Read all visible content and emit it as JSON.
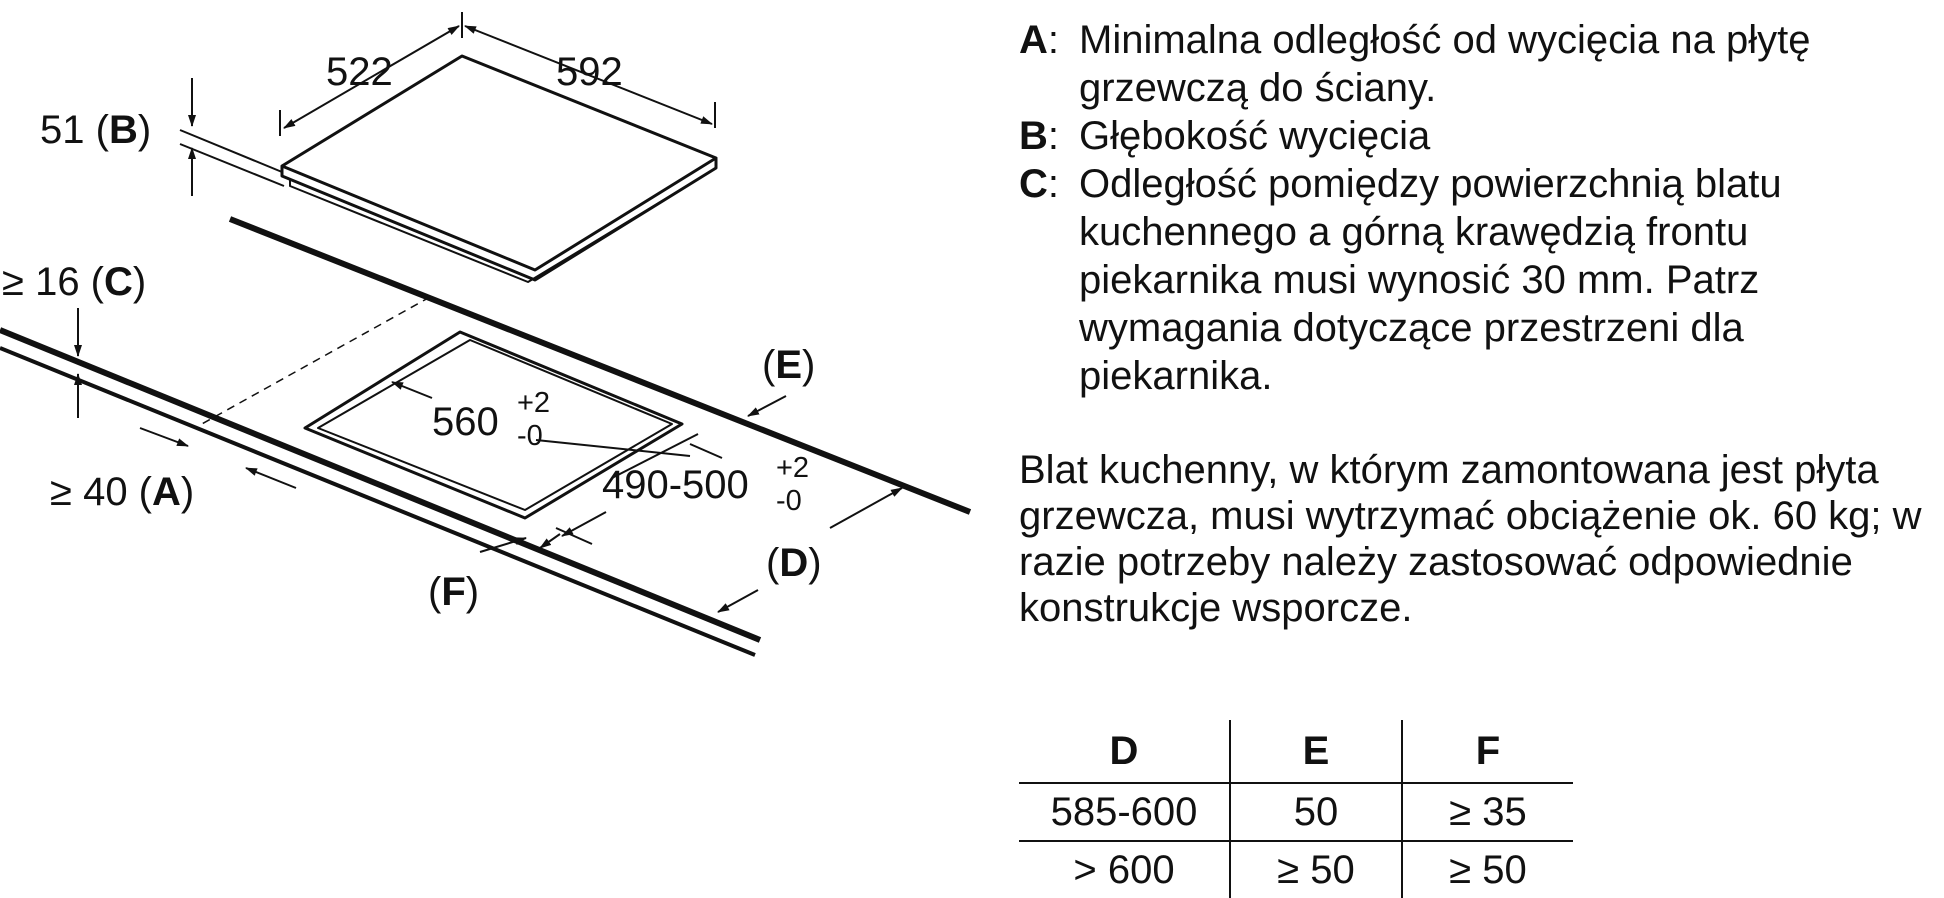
{
  "diagram": {
    "dim_522": "522",
    "dim_592": "592",
    "dim_51": "51",
    "key_b": "B",
    "dim_16": "≥ 16",
    "key_c": "C",
    "dim_40": "≥ 40",
    "key_a": "A",
    "dim_560": "560",
    "dim_560_tol_plus": "+2",
    "dim_560_tol_minus": "-0",
    "dim_490_500": "490-500",
    "dim_490_tol_plus": "+2",
    "dim_490_tol_minus": "-0",
    "key_e": "E",
    "key_d": "D",
    "key_f": "F"
  },
  "legend": [
    {
      "key": "A",
      "text": "Minimalna odległość od wycięcia na płytę grzewczą do ściany."
    },
    {
      "key": "B",
      "text": "Głębokość wycięcia"
    },
    {
      "key": "C",
      "text": "Odległość pomiędzy powierzchnią blatu kuchennego a górną krawędzią frontu piekarnika musi wynosić 30 mm. Patrz wymagania dotyczące przestrzeni dla piekarnika."
    }
  ],
  "note": "Blat kuchenny, w którym zamontowana jest płyta grzewcza, musi wytrzymać obciążenie ok. 60 kg; w razie potrzeby należy zastosować odpowiednie konstrukcje wsporcze.",
  "table": {
    "headers": [
      "D",
      "E",
      "F"
    ],
    "rows": [
      [
        "585-600",
        "50",
        "≥ 35"
      ],
      [
        "> 600",
        "≥ 50",
        "≥ 50"
      ]
    ]
  }
}
